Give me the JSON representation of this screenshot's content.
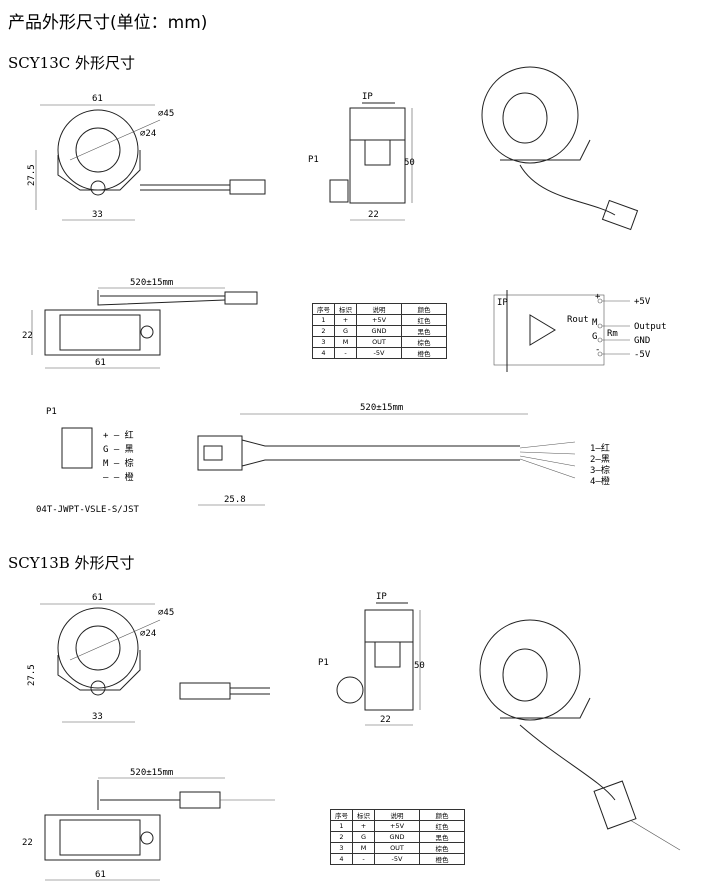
{
  "title": "产品外形尺寸(单位：mm)",
  "sections": [
    {
      "heading": "SCY13C 外形尺寸",
      "dims": {
        "width": "61",
        "outer_dia": "⌀45",
        "inner_dia": "⌀24",
        "height": "27.5",
        "half": "33",
        "side_h": "50",
        "side_w": "22",
        "pin": "P1",
        "current": "IP",
        "cable": "520±15mm",
        "bottom_h": "22",
        "bottom_w": "61"
      },
      "table": {
        "headers": [
          "序号",
          "标识",
          "说明",
          "颜色"
        ],
        "rows": [
          [
            "1",
            "+",
            "+5V",
            "红色"
          ],
          [
            "2",
            "G",
            "GND",
            "黑色"
          ],
          [
            "3",
            "M",
            "OUT",
            "棕色"
          ],
          [
            "4",
            "-",
            "-5V",
            "橙色"
          ]
        ]
      },
      "circuit": {
        "ip": "IP",
        "pins": [
          "+",
          "M",
          "G",
          "-"
        ],
        "outputs": [
          "+5V",
          "Output",
          "GND",
          "-5V"
        ],
        "rout": "Rout",
        "rm": "Rm"
      },
      "connector": {
        "label": "P1",
        "pins": [
          "+ — 红",
          "G — 黑",
          "M — 棕",
          "— — 橙"
        ],
        "part": "04T-JWPT-VSLE-S/JST",
        "cable": "520±15mm",
        "plug": "25.8",
        "wires": [
          "1—红",
          "2—黑",
          "3—棕",
          "4—橙"
        ]
      }
    },
    {
      "heading": "SCY13B 外形尺寸",
      "dims": {
        "width": "61",
        "outer_dia": "⌀45",
        "inner_dia": "⌀24",
        "height": "27.5",
        "half": "33",
        "side_h": "50",
        "side_w": "22",
        "pin": "P1",
        "current": "IP",
        "cable": "520±15mm",
        "bottom_h": "22",
        "bottom_w": "61"
      },
      "table": {
        "headers": [
          "序号",
          "标识",
          "说明",
          "颜色"
        ],
        "rows": [
          [
            "1",
            "+",
            "+5V",
            "红色"
          ],
          [
            "2",
            "G",
            "GND",
            "黑色"
          ],
          [
            "3",
            "M",
            "OUT",
            "棕色"
          ],
          [
            "4",
            "-",
            "-5V",
            "橙色"
          ]
        ]
      }
    }
  ]
}
